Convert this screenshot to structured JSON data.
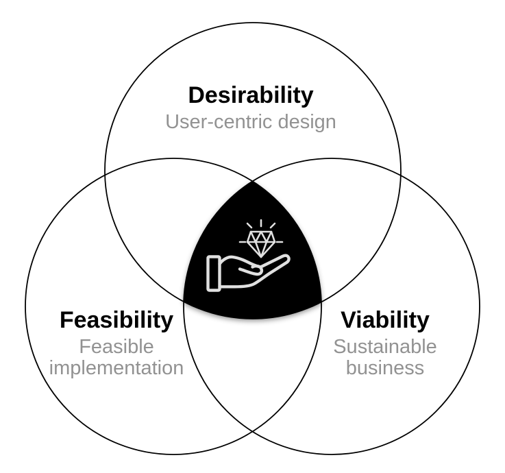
{
  "diagram": {
    "type": "venn",
    "sets": [
      {
        "id": "desirability",
        "label": "Desirability",
        "sublabel": "User-centric design"
      },
      {
        "id": "feasibility",
        "label": "Feasibility",
        "sublabel": "Feasible implementation"
      },
      {
        "id": "viability",
        "label": "Viability",
        "sublabel": "Sustainable business"
      }
    ],
    "center": {
      "icon": "hand-holding-diamond-icon",
      "meaning": "sweet spot of all three sets"
    },
    "colors": {
      "background": "#ffffff",
      "circle_stroke": "#000000",
      "center_fill": "#040404",
      "title_text": "#000000",
      "subtitle_text": "#929292",
      "icon_stroke": "#e0e0e0"
    }
  }
}
